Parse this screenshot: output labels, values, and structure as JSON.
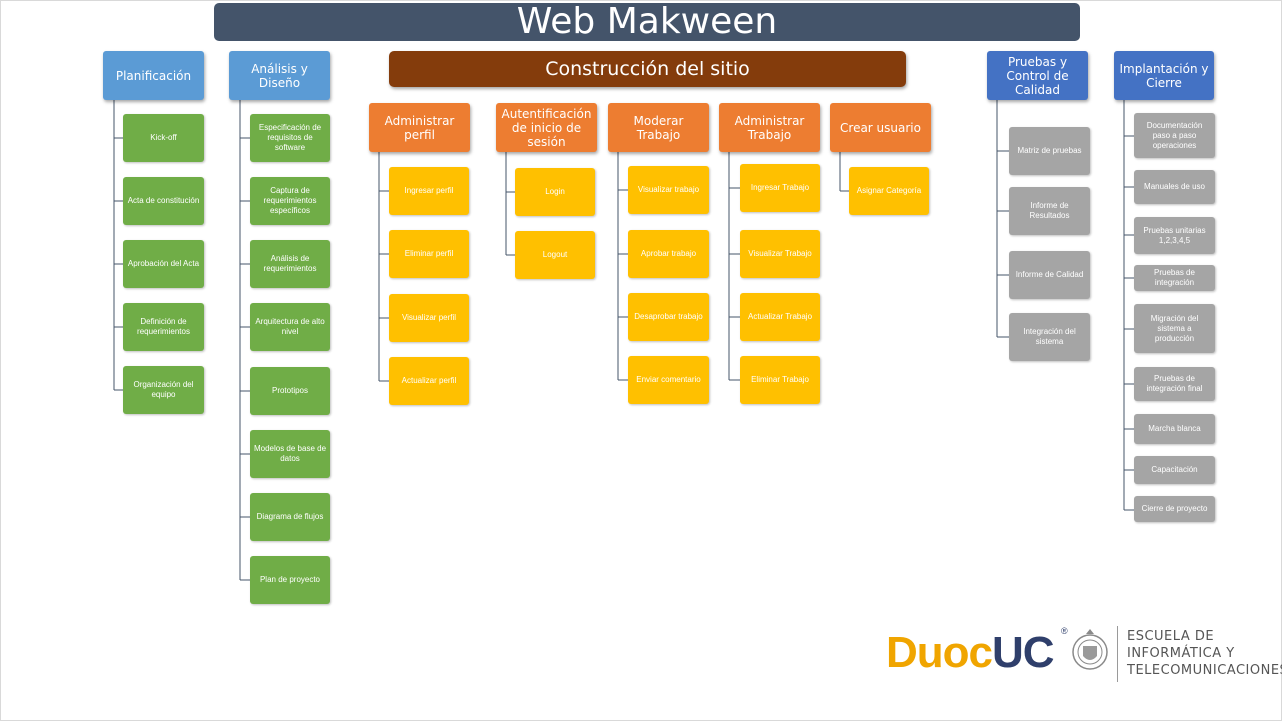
{
  "title": "Web Makween",
  "construccion_title": "Construcción del sitio",
  "columns": {
    "planificacion": {
      "header": "Planificación",
      "items": [
        "Kick-off",
        "Acta de constitución",
        "Aprobación del Acta",
        "Definición de requerimientos",
        "Organización del equipo"
      ]
    },
    "analisis": {
      "header": "Análisis y Diseño",
      "items": [
        "Especificación de requisitos de software",
        "Captura de requerimientos específicos",
        "Análisis de requerimientos",
        "Arquitectura de alto nivel",
        "Prototipos",
        "Modelos de base de datos",
        "Diagrama de flujos",
        "Plan de proyecto"
      ]
    },
    "administrar_perfil": {
      "header": "Administrar perfil",
      "items": [
        "Ingresar perfil",
        "Eliminar perfil",
        "Visualizar perfil",
        "Actualizar perfil"
      ]
    },
    "autentificacion": {
      "header": "Autentificación de inicio de sesión",
      "items": [
        "Login",
        "Logout"
      ]
    },
    "moderar": {
      "header": "Moderar Trabajo",
      "items": [
        "Visualizar trabajo",
        "Aprobar trabajo",
        "Desaprobar trabajo",
        "Enviar comentario"
      ]
    },
    "administrar_trabajo": {
      "header": "Administrar Trabajo",
      "items": [
        "Ingresar Trabajo",
        "Visualizar Trabajo",
        "Actualizar Trabajo",
        "Eliminar Trabajo"
      ]
    },
    "crear_usuario": {
      "header": "Crear usuario",
      "items": [
        "Asignar Categoría"
      ]
    },
    "pruebas": {
      "header": "Pruebas y Control de Calidad",
      "items": [
        "Matriz de pruebas",
        "Informe de Resultados",
        "Informe de Calidad",
        "Integración del sistema"
      ]
    },
    "implantacion": {
      "header": "Implantación y Cierre",
      "items": [
        "Documentación paso a paso operaciones",
        "Manuales de uso",
        "Pruebas unitarias 1,2,3,4,5",
        "Pruebas de integración",
        "Migración del sistema a producción",
        "Pruebas de integración final",
        "Marcha blanca",
        "Capacitación",
        "Cierre de proyecto"
      ]
    }
  },
  "logo": {
    "duoc": "Duoc",
    "uc": "UC",
    "registered": "®",
    "school_lines": [
      "ESCUELA DE",
      "INFORMÁTICA Y",
      "TELECOMUNICACIONES"
    ]
  },
  "colors": {
    "title_bar": "#44546a",
    "construccion_bar": "#843c0c",
    "blue_header": "#5b9bd5",
    "dark_blue_header": "#4472c4",
    "orange_header": "#ed7d31",
    "green_box": "#70ad47",
    "yellow_box": "#ffc000",
    "gray_box": "#a5a5a5"
  }
}
